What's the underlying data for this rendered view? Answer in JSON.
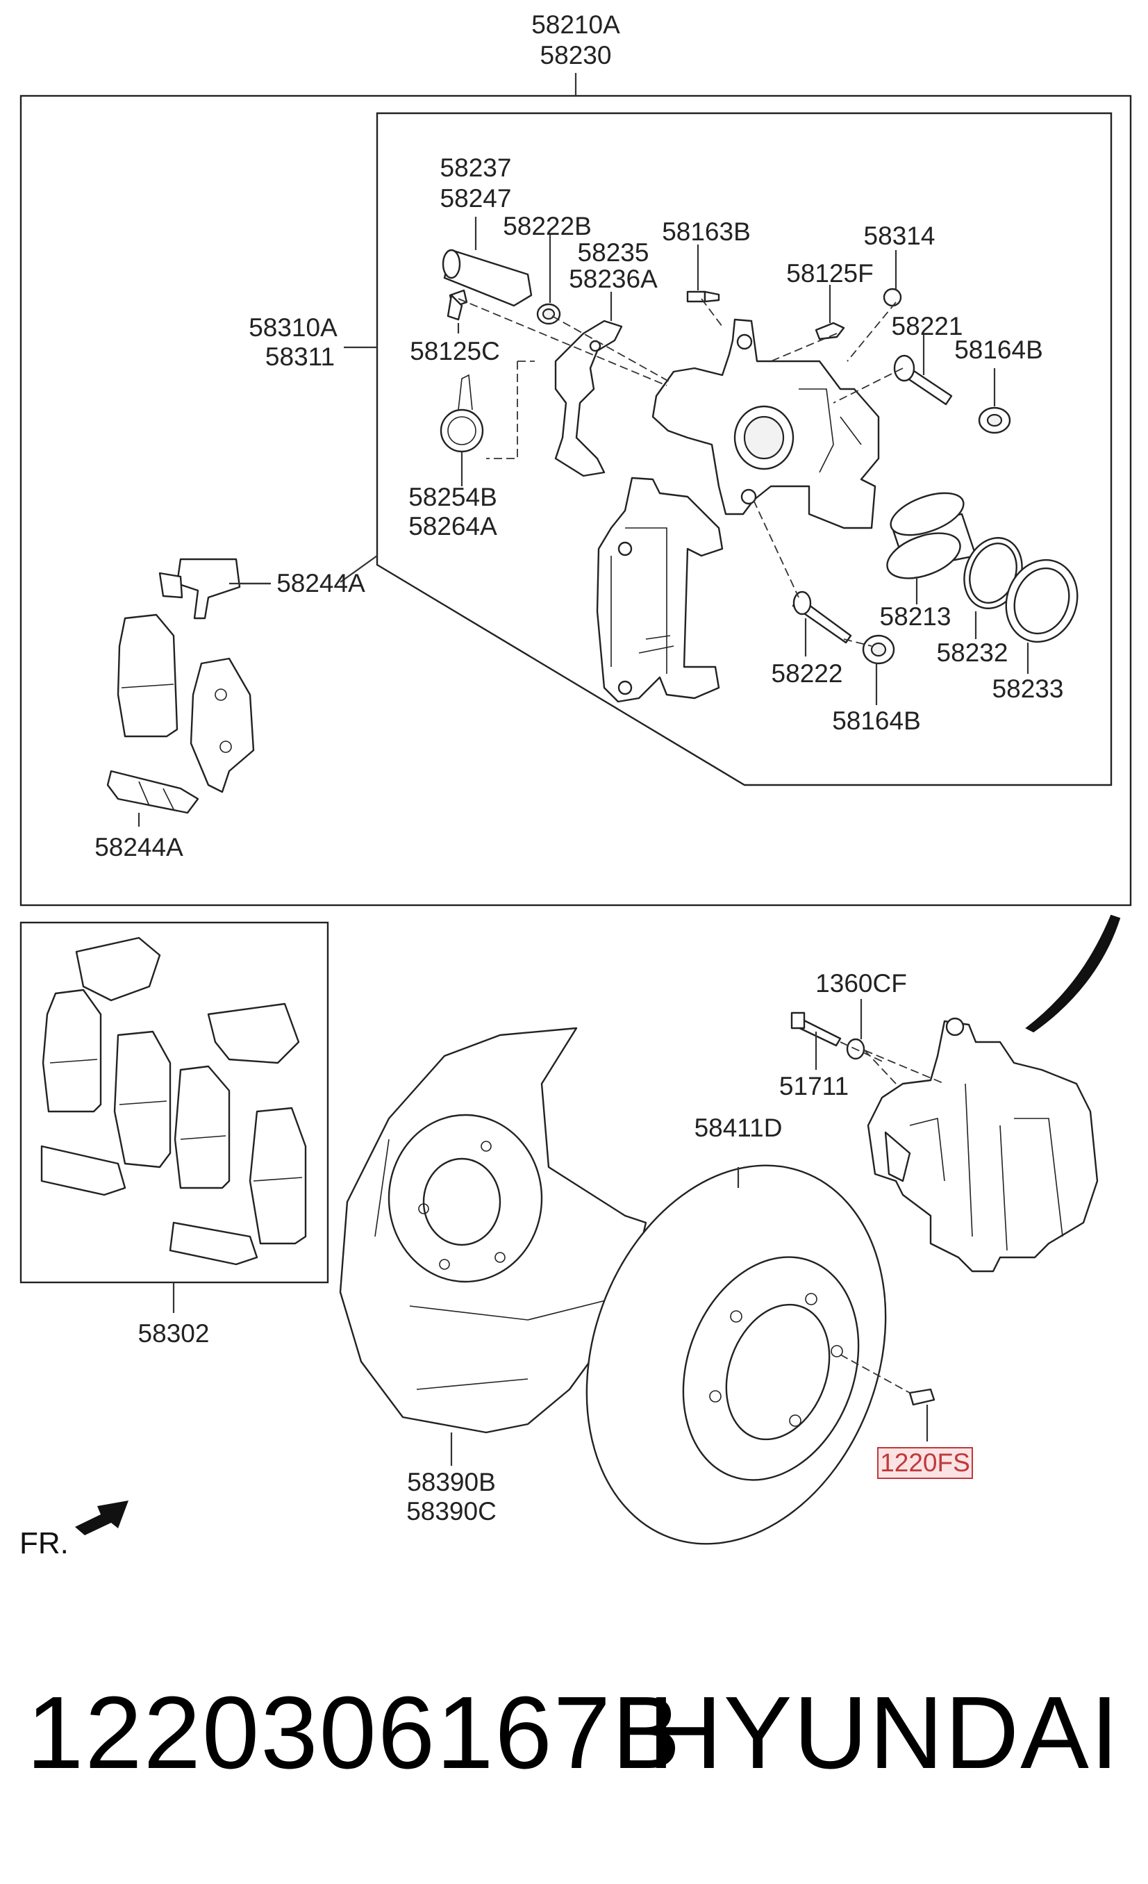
{
  "diagram": {
    "callouts": {
      "c58210a": "58210A",
      "c58230": "58230",
      "c58237": "58237",
      "c58247": "58247",
      "c58222b": "58222B",
      "c58235": "58235",
      "c58236a": "58236A",
      "c58163b": "58163B",
      "c58314": "58314",
      "c58125f": "58125F",
      "c58310a": "58310A",
      "c58311": "58311",
      "c58125c": "58125C",
      "c58221": "58221",
      "c58164b_top": "58164B",
      "c58254b": "58254B",
      "c58264a": "58264A",
      "c58244a_top": "58244A",
      "c58213": "58213",
      "c58232": "58232",
      "c58233": "58233",
      "c58222": "58222",
      "c58164b_bot": "58164B",
      "c58244a_bot": "58244A",
      "c1360cf": "1360CF",
      "c51711": "51711",
      "c58411d": "58411D",
      "c58302": "58302",
      "c58390b": "58390B",
      "c58390c": "58390C",
      "c1220fs": "1220FS"
    },
    "orientation_label": "FR.",
    "highlight_color": "#c0393b"
  },
  "footer": {
    "part_number": "1220306167B",
    "brand": "HYUNDAI"
  }
}
